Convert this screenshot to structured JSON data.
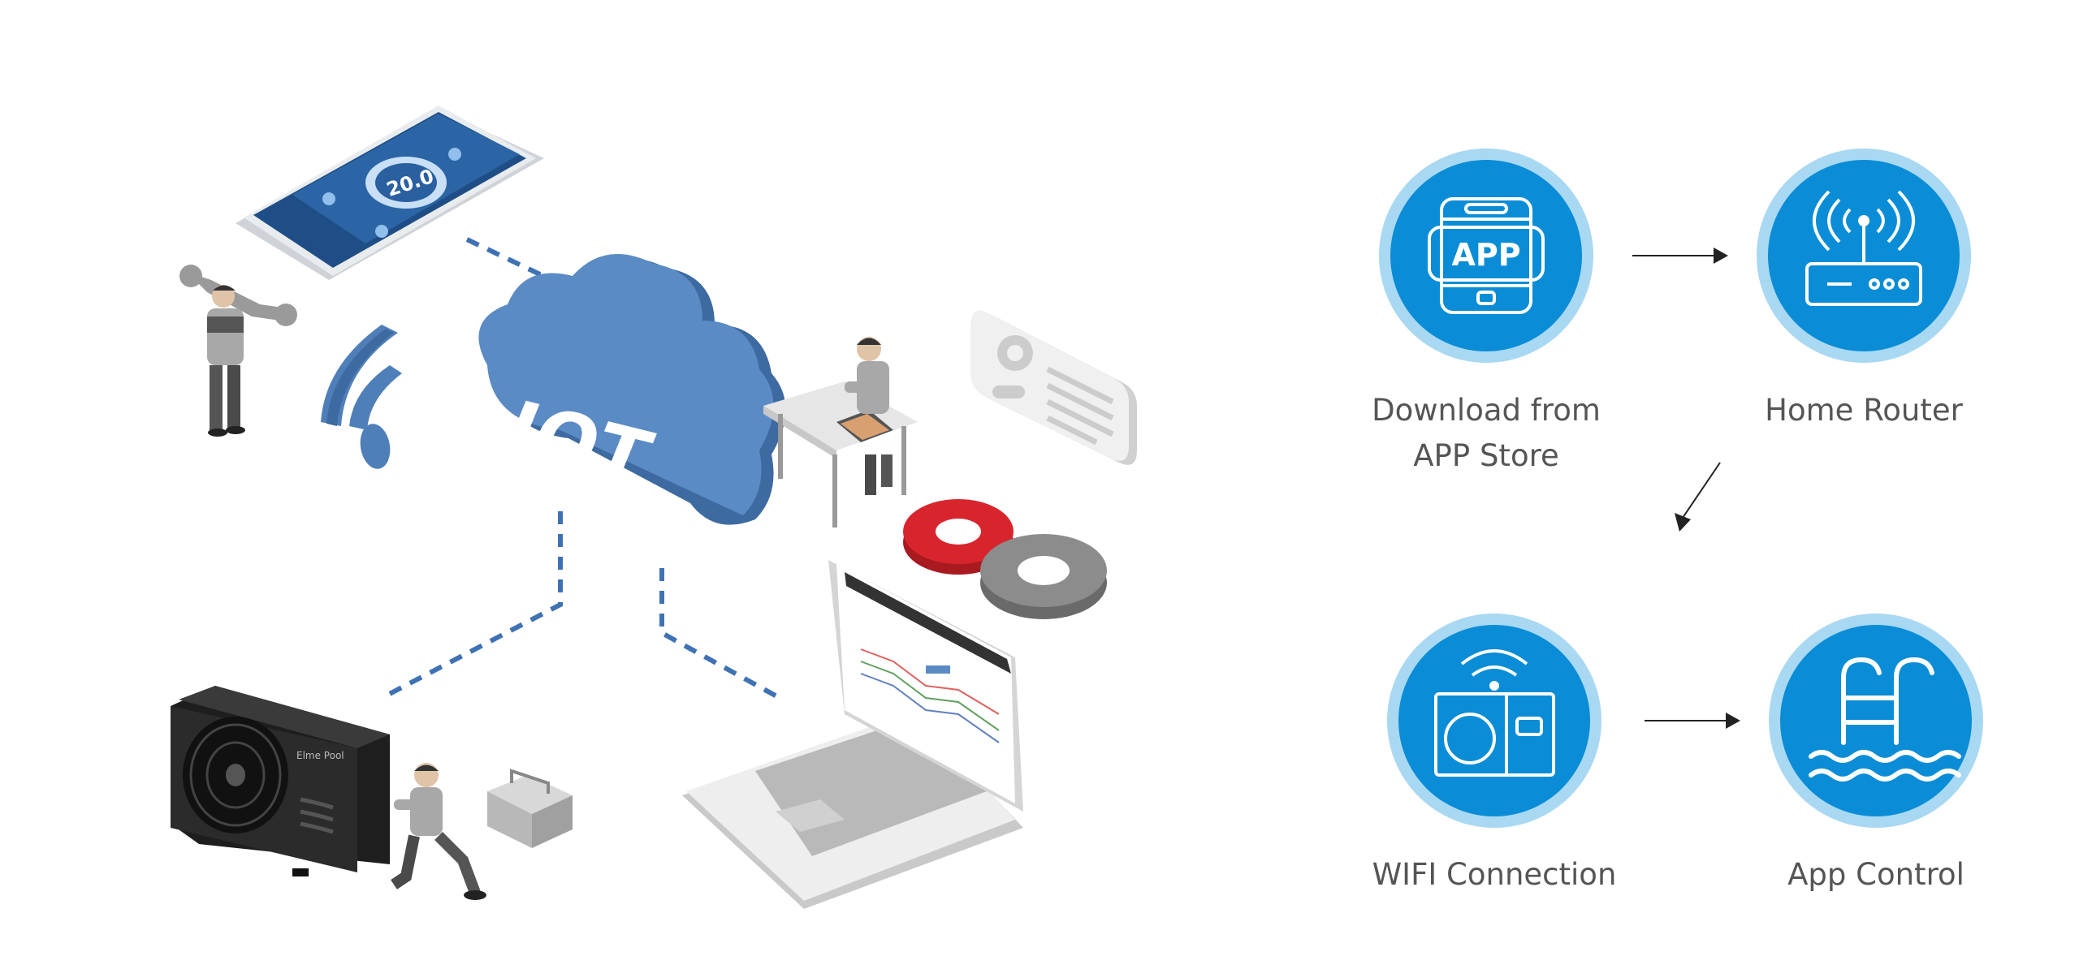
{
  "illustration": {
    "cloud_text": "IOT",
    "phone_display": "20.0",
    "pump_brand": "Elme Pool"
  },
  "steps": [
    {
      "icon": "app-download-icon",
      "label_lines": [
        "Download from",
        "APP Store"
      ]
    },
    {
      "icon": "router-icon",
      "label_lines": [
        "Home Router"
      ]
    },
    {
      "icon": "wifi-heat-pump-icon",
      "label_lines": [
        "WIFI Connection"
      ]
    },
    {
      "icon": "pool-ladder-icon",
      "label_lines": [
        "App Control"
      ]
    }
  ],
  "app_icon_text": "APP",
  "colors": {
    "icon_fill": "#0a8dd6",
    "icon_ring": "#a9d8f2",
    "cloud": "#4f7fb8",
    "dashed_line": "#3f72b3",
    "gear_red": "#d8252d",
    "gear_grey": "#8c8c8c",
    "label_text": "#555555",
    "arrow": "#222222"
  }
}
